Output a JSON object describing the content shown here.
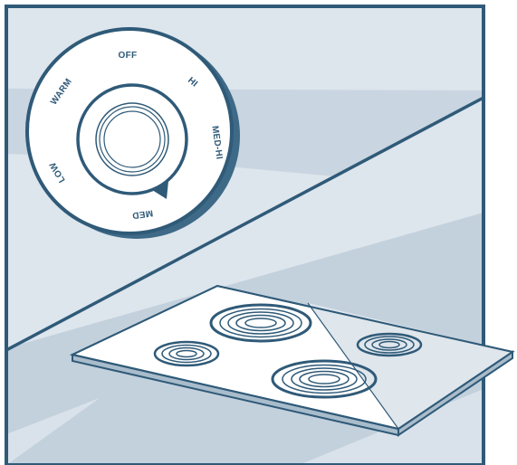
{
  "dial": {
    "labels": {
      "off": "OFF",
      "hi": "HI",
      "med_hi": "MED-HI",
      "med": "MED",
      "low": "LOW",
      "warm": "WARM"
    },
    "selected_setting": "MED"
  },
  "cooktop": {
    "burners": [
      {
        "name": "large-burner-back-left"
      },
      {
        "name": "small-burner-front-left"
      },
      {
        "name": "small-burner-back-right"
      },
      {
        "name": "large-burner-front-right"
      }
    ]
  },
  "colors": {
    "outline": "#2f5a78",
    "background_light": "#dde5ed",
    "background_mid": "#c8d4df",
    "background_dark": "#b8c9d6",
    "cooktop_surface": "#ffffff",
    "cooktop_shade": "#dfe6ec"
  }
}
